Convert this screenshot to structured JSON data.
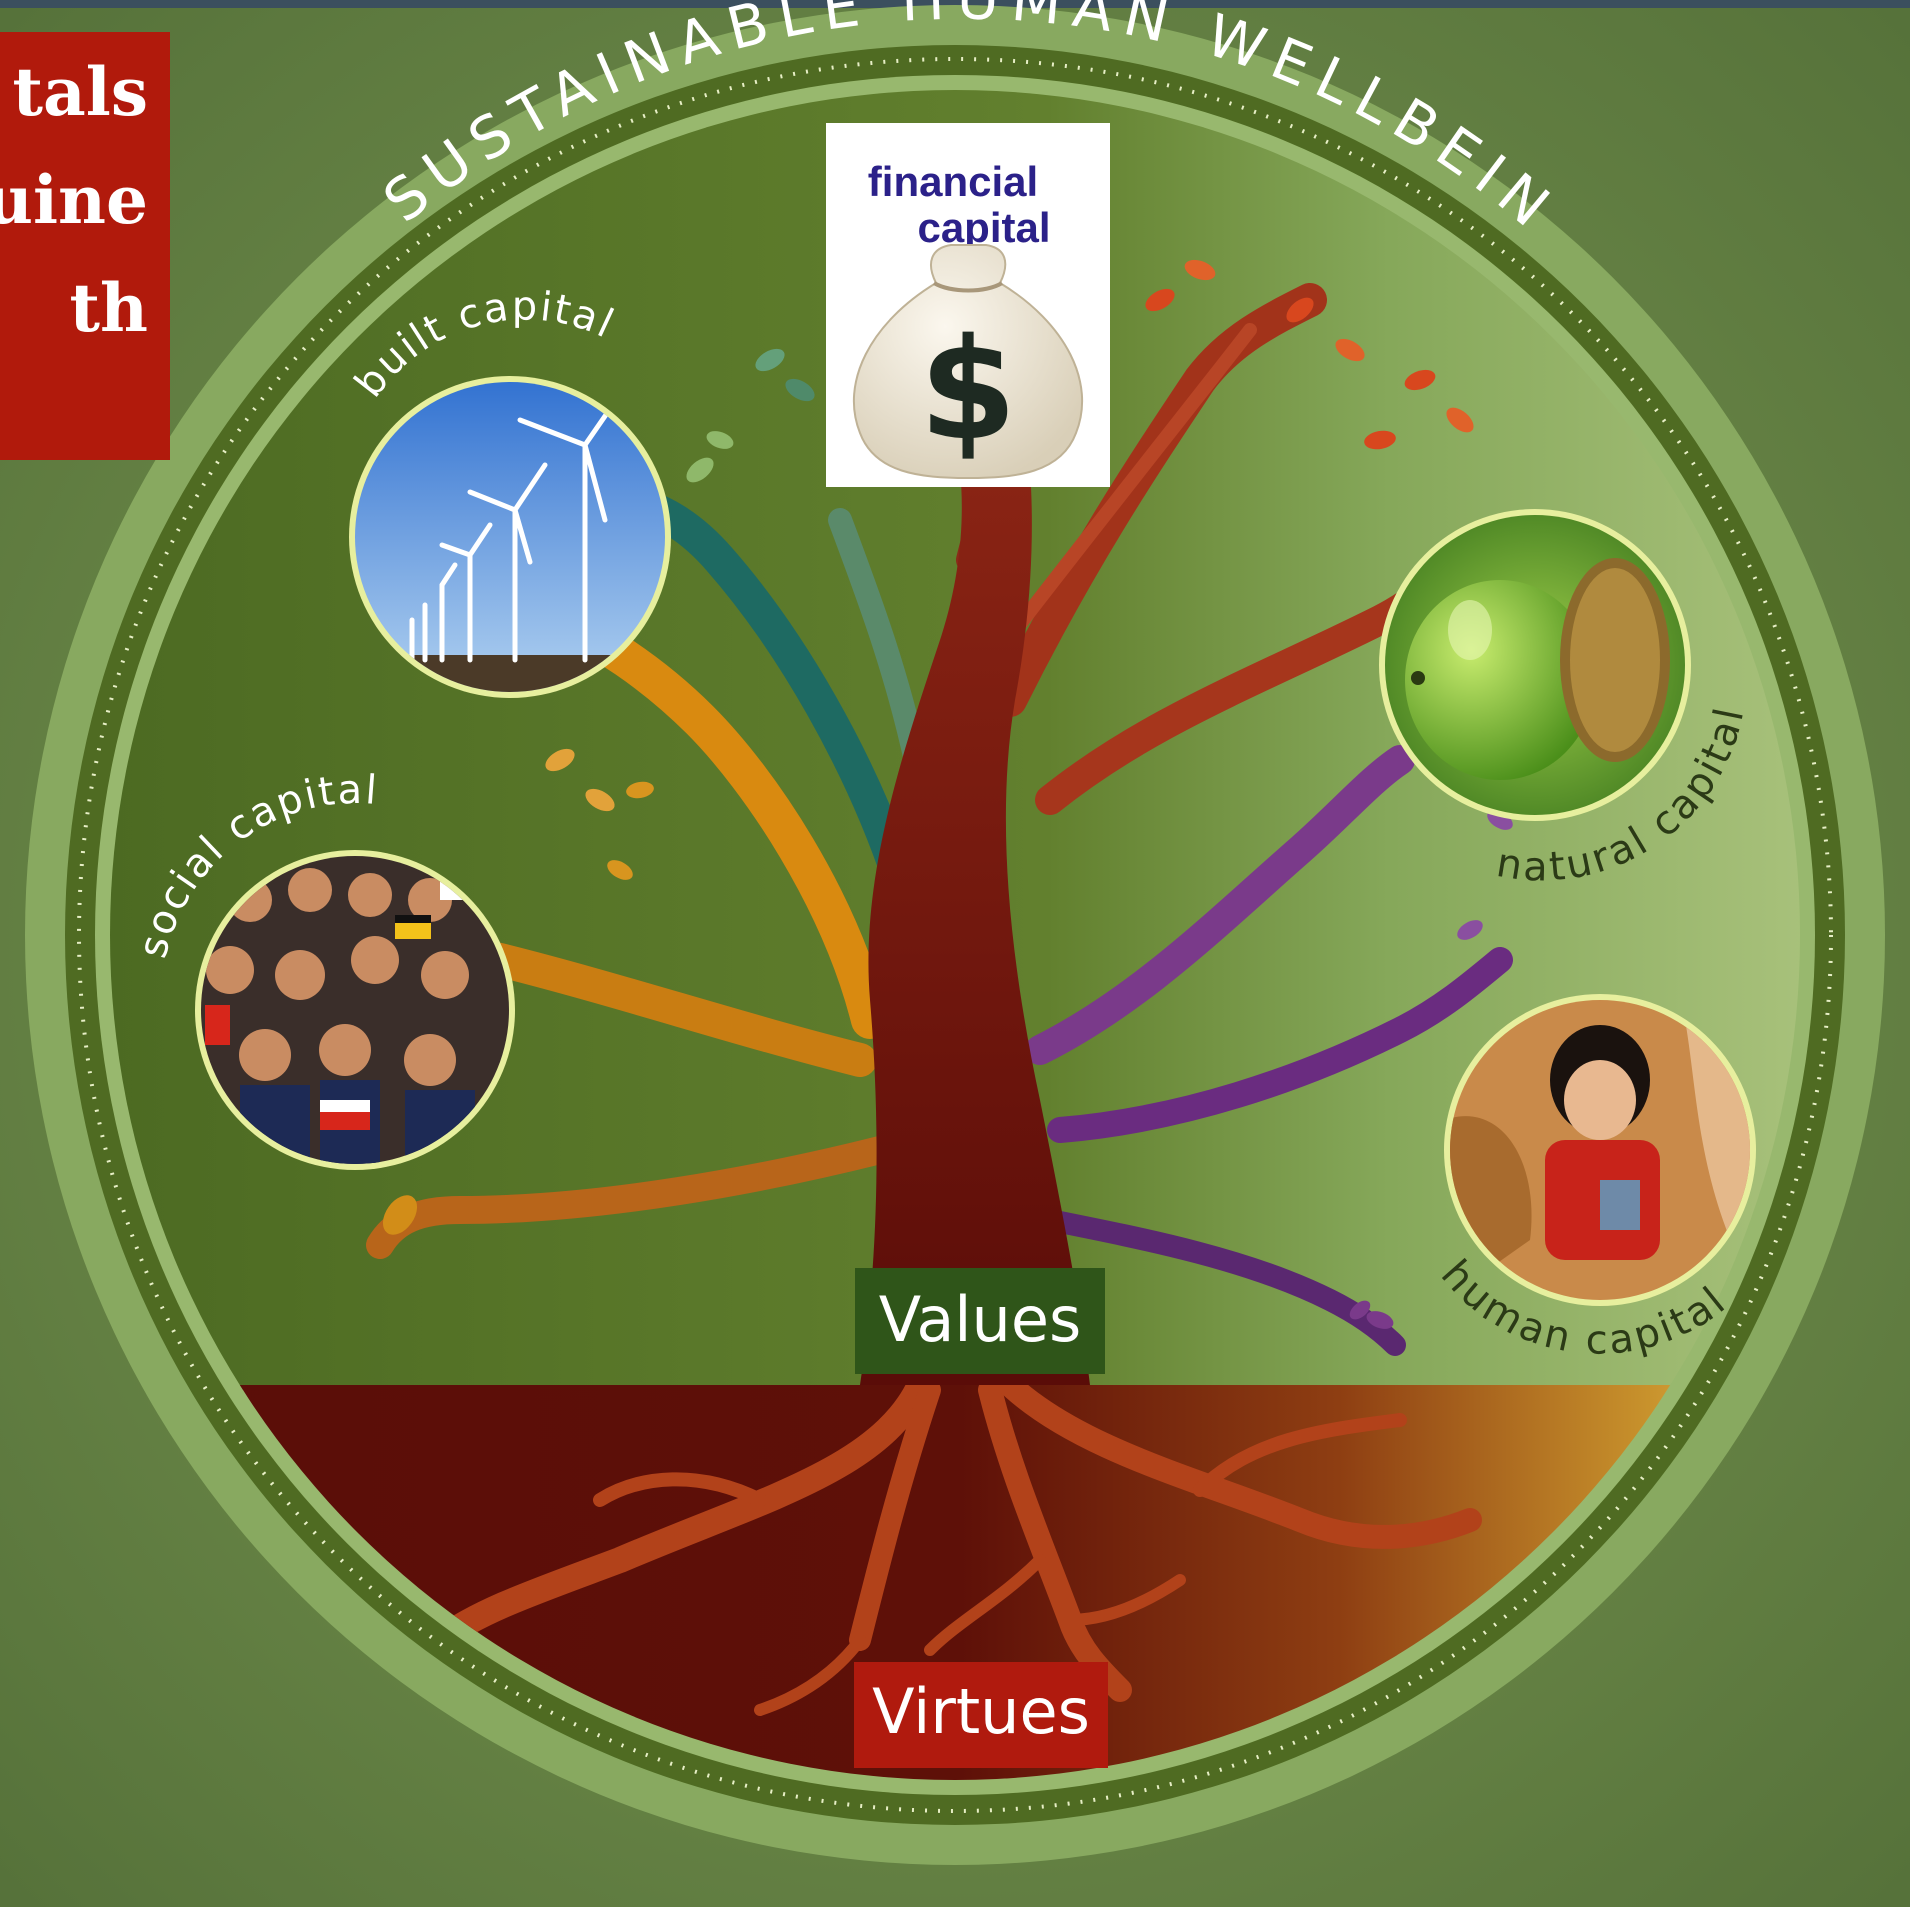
{
  "title_fragment": [
    "tals",
    "uine",
    "th"
  ],
  "ring_text": "SUSTAINABLE HUMAN WELLBEING",
  "capitals": {
    "financial": {
      "label_line1": "financial",
      "label_line2": "capital",
      "icon": "money-bag-dollar-icon"
    },
    "built": {
      "label": "built capital",
      "icon": "wind-turbines-photo"
    },
    "social": {
      "label": "social capital",
      "icon": "crowd-photo"
    },
    "natural": {
      "label": "natural capital",
      "icon": "acorn-photo"
    },
    "human": {
      "label": "human capital",
      "icon": "child-photo"
    }
  },
  "values_label": "Values",
  "virtues_label": "Virtues",
  "colors": {
    "title_bg": "#b11a0c",
    "values_bg": "#2f5519",
    "virtues_bg": "#b01a0e",
    "trunk": "#7a1a12",
    "financial_text": "#2b2189"
  }
}
